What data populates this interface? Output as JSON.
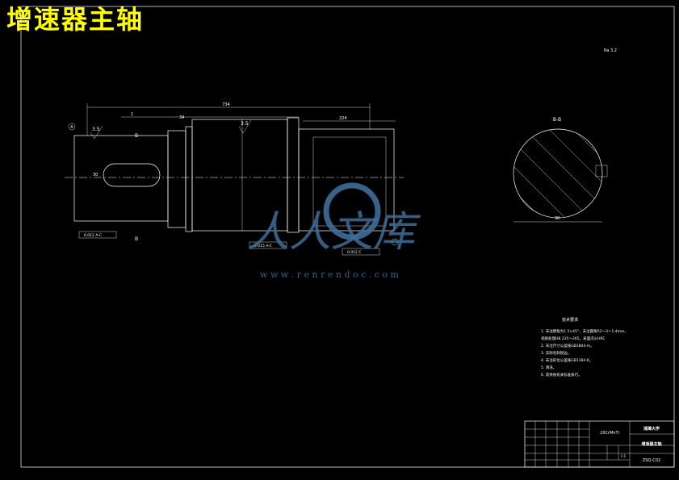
{
  "title": "增速器主轴",
  "watermark": {
    "brand": "人人文库",
    "url": "w w w . r e n r e n d o c . c o m",
    "color": "#3d6e9a"
  },
  "drawing": {
    "section_label": "B-B",
    "roughness_symbol": "Ra 3.2",
    "roughness_marks": [
      "3.5",
      "3.5"
    ],
    "datum_a": "A",
    "datum_b": "B",
    "tolerance_frames": [
      "0.012 A-C",
      "0.015 A-C",
      "0.012 C"
    ],
    "dims": [
      "734",
      "1",
      "34",
      "224",
      "30"
    ],
    "tech_requirements_title": "技术要求",
    "tech_requirements": [
      "1. 未注倒角为1.5×45°，未注圆角R2～3～1.4mm。",
      "   调质处理HB 235～265，表面淬火HRC",
      "2. 未注尺寸公差按GB1804-m。",
      "3. 去除毛刺锐边。",
      "4. 未注形位公差按GB1184-K。",
      "5. 清洗。",
      "6. 其余按有关标准执行。"
    ]
  },
  "title_block": {
    "material": "20CrMnTi",
    "school": "湘潭大学",
    "part_name": "增速器主轴",
    "drawing_no": "ZSQ-C02",
    "scale_label": "1:1"
  },
  "colors": {
    "background": "#000000",
    "lines": "#ffffff",
    "title": "#ffff00"
  }
}
